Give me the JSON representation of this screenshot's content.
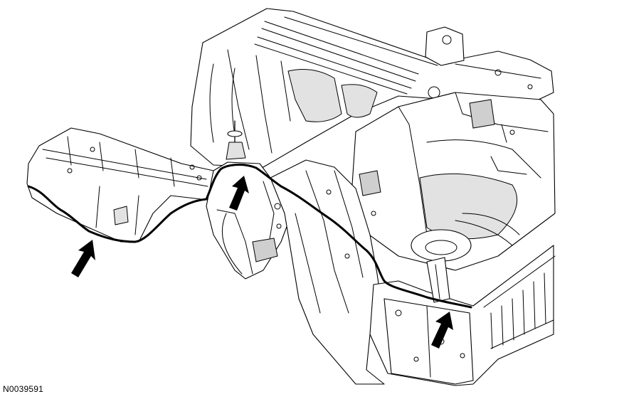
{
  "figure": {
    "id_label": "N0039591",
    "description_icon": "vehicle-frame-line-art"
  },
  "colors": {
    "line": "#000000",
    "background": "#ffffff",
    "shading": "#e2e2e2"
  },
  "callout_arrows": [
    {
      "name": "arrow-left-rail"
    },
    {
      "name": "arrow-center-crossmember"
    },
    {
      "name": "arrow-rear-bed"
    }
  ]
}
